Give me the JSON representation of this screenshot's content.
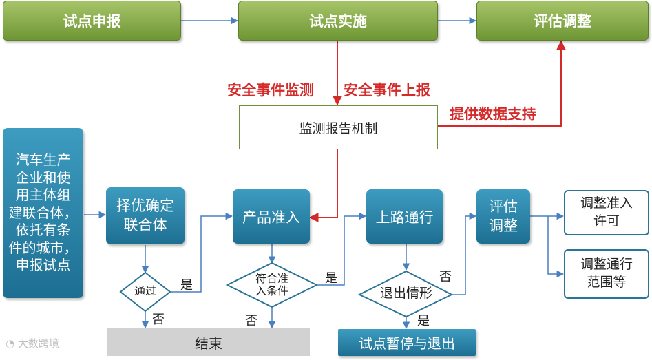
{
  "top": {
    "apply": "试点申报",
    "implement": "试点实施",
    "evaluate": "评估调整"
  },
  "monitor": {
    "label": "监测报告机制",
    "event_monitor": "安全事件监测",
    "event_report": "安全事件上报",
    "data_support": "提供数据支持"
  },
  "flow": {
    "enterprise": "汽车生产\n企业和使\n用主体组\n建联合体，\n依托有条\n件的城市，\n申报试点",
    "select": "择优确定\n联合体",
    "pass_q": "通过",
    "product": "产品准入",
    "meet_q": "符合准\n入条件",
    "road": "上路通行",
    "exit_q": "退出情形",
    "evaluate": "评估\n调整",
    "adjust_access": "调整准入\n许可",
    "adjust_range": "调整通行\n范围等",
    "end": "结束",
    "pause_exit": "试点暂停与退出"
  },
  "answers": {
    "yes1": "是",
    "no1": "否",
    "yes2": "是",
    "no2": "否",
    "no3": "否",
    "yes3": "是"
  },
  "watermark": "大数跨境",
  "colors": {
    "green": "#7fa541",
    "teal": "#2380a8",
    "red_line": "#d42a2a",
    "blue_line": "#4a7fc0"
  }
}
